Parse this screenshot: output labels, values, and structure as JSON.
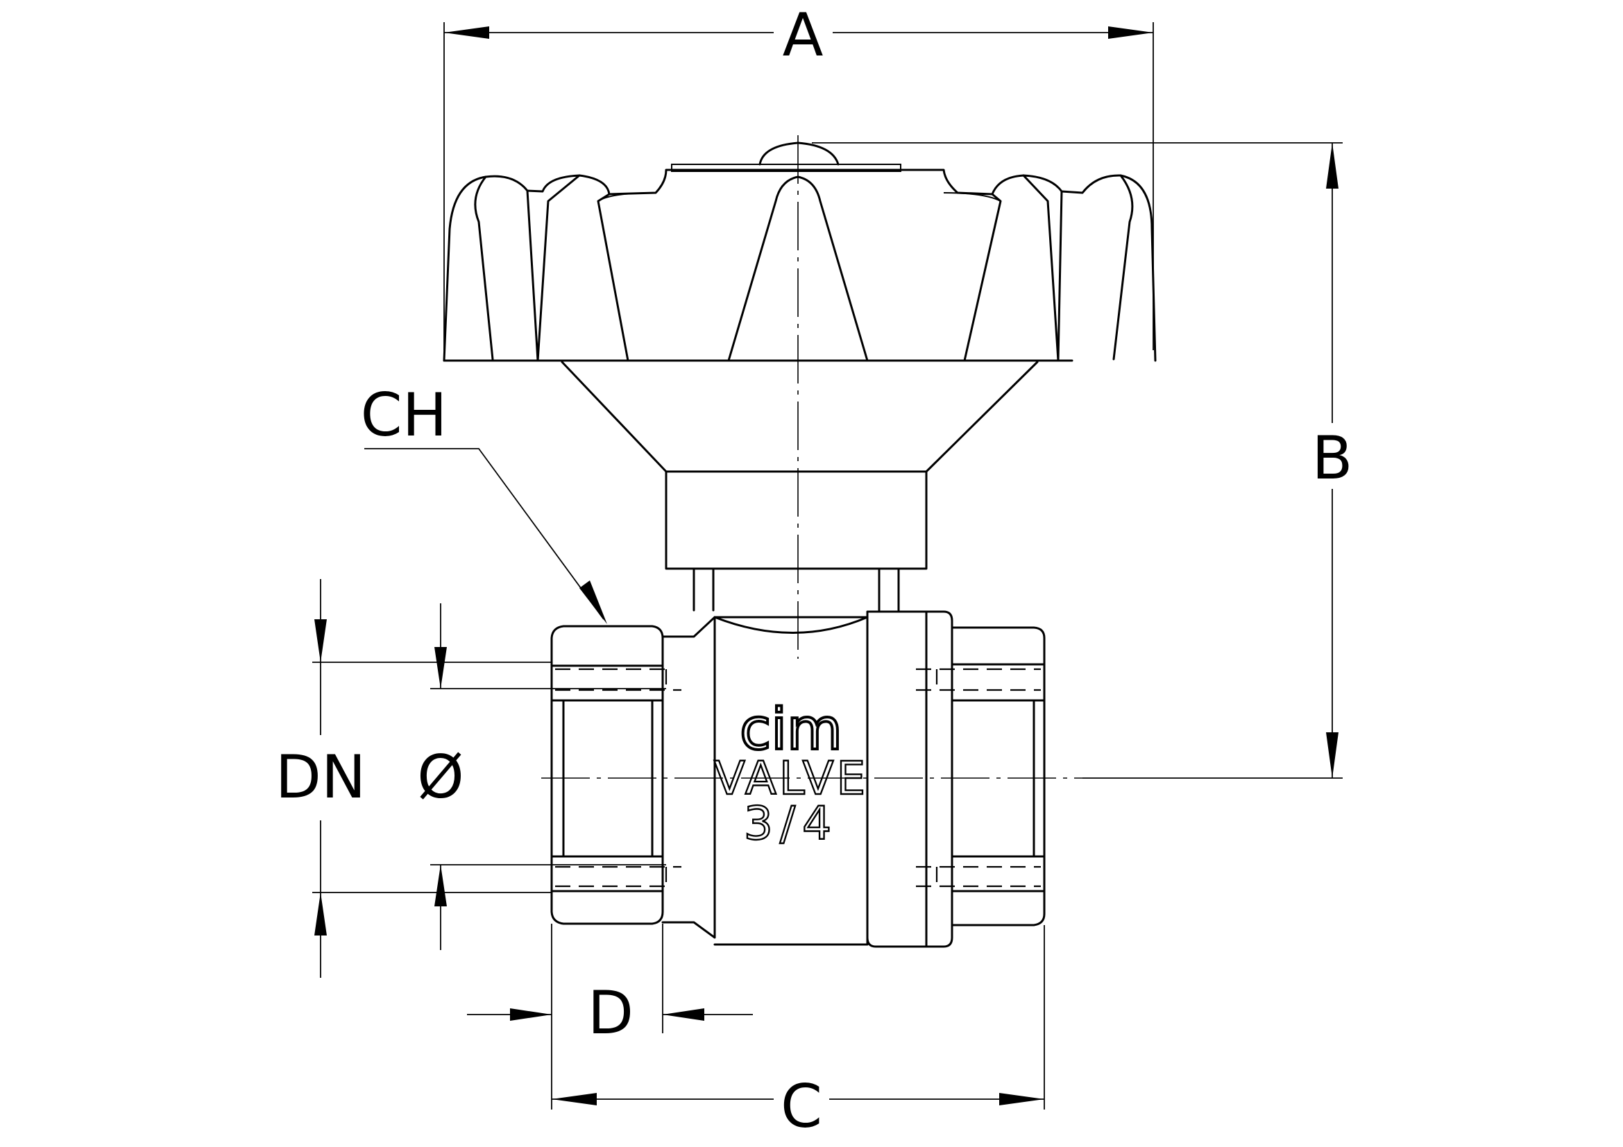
{
  "dimension_labels": {
    "A": "A",
    "B": "B",
    "C": "C",
    "D": "D",
    "CH": "CH",
    "DN": "DN",
    "diameter": "Ø"
  },
  "body_marking": {
    "brand": "cim",
    "word": "VALVE",
    "size": "3/4"
  }
}
